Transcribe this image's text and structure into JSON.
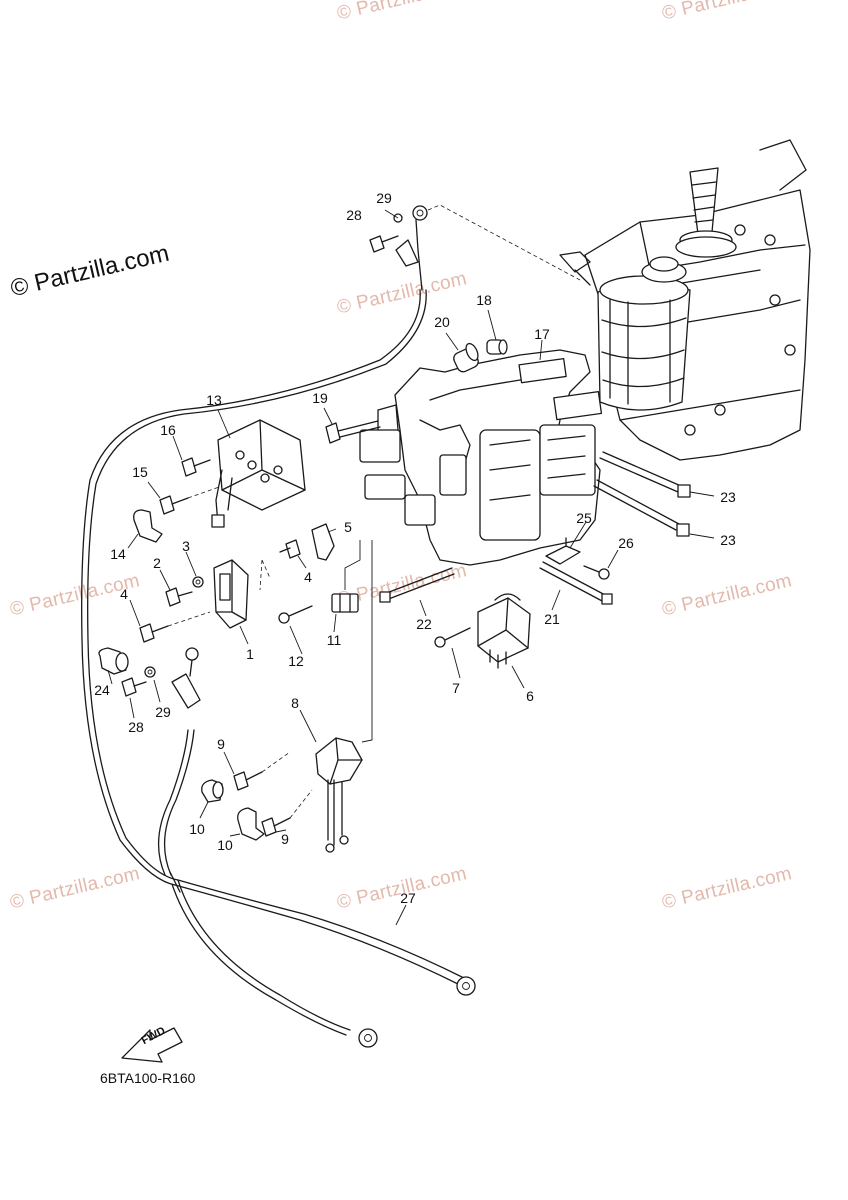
{
  "diagram": {
    "drawing_id": "6BTA100-R160",
    "copyright_mark": "© Partzilla.com",
    "watermark_text": "© Partzilla.com",
    "fwd_label": "FWD",
    "callouts": {
      "c1": "1",
      "c2": "2",
      "c3": "3",
      "c4a": "4",
      "c4b": "4",
      "c5": "5",
      "c6": "6",
      "c7": "7",
      "c8": "8",
      "c9a": "9",
      "c9b": "9",
      "c10a": "10",
      "c10b": "10",
      "c11": "11",
      "c12": "12",
      "c13": "13",
      "c14": "14",
      "c15": "15",
      "c16": "16",
      "c17": "17",
      "c18": "18",
      "c19": "19",
      "c20": "20",
      "c21": "21",
      "c22": "22",
      "c23a": "23",
      "c23b": "23",
      "c24": "24",
      "c25": "25",
      "c26": "26",
      "c27": "27",
      "c28a": "28",
      "c28b": "28",
      "c29a": "29",
      "c29b": "29"
    }
  }
}
